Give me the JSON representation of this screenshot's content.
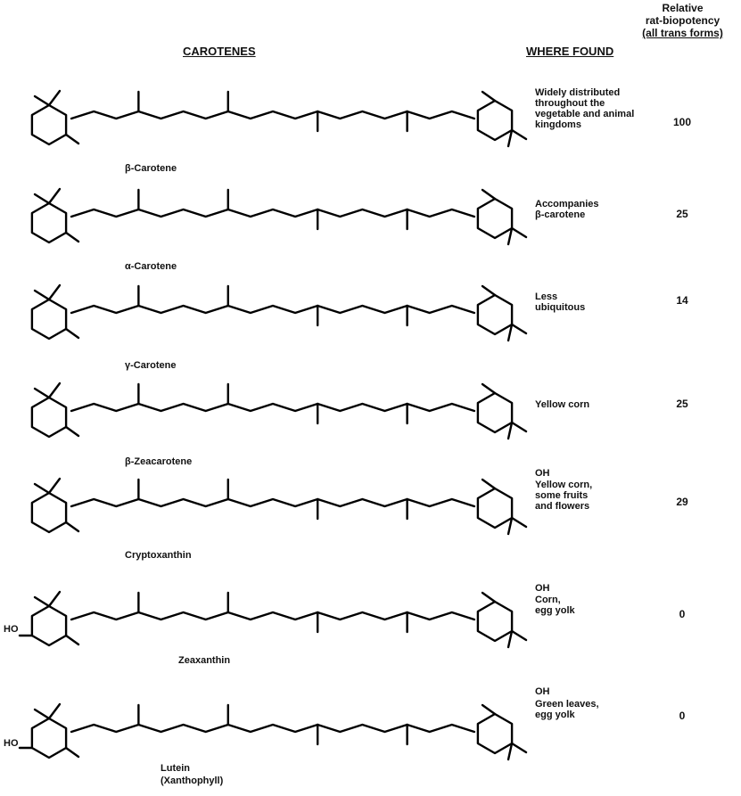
{
  "headers": {
    "carotenes": "CAROTENES",
    "where_found": "WHERE FOUND",
    "potency_line1": "Relative",
    "potency_line2": "rat-biopotency",
    "potency_line3": "(all trans forms)"
  },
  "compounds": [
    {
      "name": "β-Carotene",
      "where": [
        "Widely distributed",
        "throughout the",
        "vegetable and animal",
        "kingdoms"
      ],
      "potency": "100"
    },
    {
      "name": "α-Carotene",
      "where": [
        "Accompanies",
        "β-carotene"
      ],
      "potency": "25"
    },
    {
      "name": "γ-Carotene",
      "where": [
        "Less",
        "ubiquitous"
      ],
      "potency": "14"
    },
    {
      "name": "β-Zeacarotene",
      "where": [
        "Yellow corn"
      ],
      "potency": "25"
    },
    {
      "name": "Cryptoxanthin",
      "where": [
        "Yellow corn,",
        "some fruits",
        "and flowers"
      ],
      "potency": "29",
      "oh": "OH"
    },
    {
      "name": "Zeaxanthin",
      "where": [
        "Corn,",
        "egg yolk"
      ],
      "potency": "0",
      "oh": "OH",
      "ho": "HO"
    },
    {
      "name": "Lutein",
      "name2": "(Xanthophyll)",
      "where": [
        "Green leaves,",
        "egg yolk"
      ],
      "potency": "0",
      "oh": "OH",
      "ho": "HO"
    }
  ]
}
